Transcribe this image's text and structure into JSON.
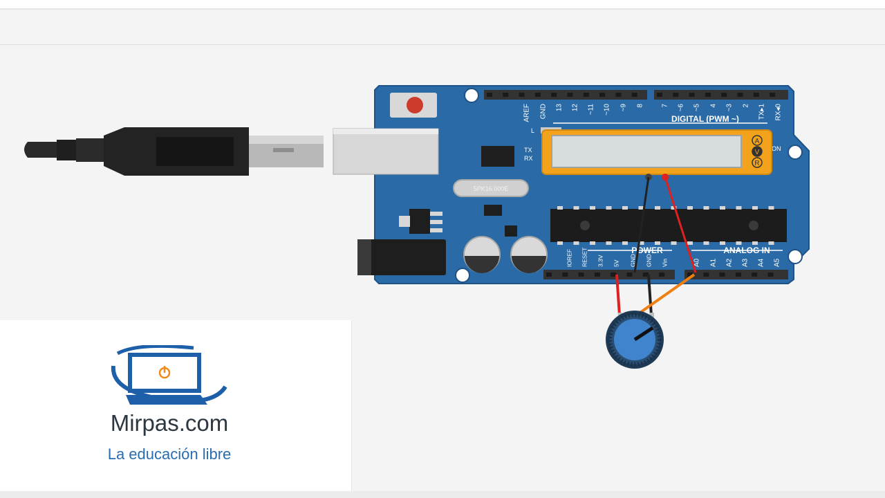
{
  "colors": {
    "board": "#2a6aa6",
    "board_dark": "#1f5286",
    "header_pin": "#333333",
    "multimeter": "#f2a31b",
    "wire_red": "#e02020",
    "wire_black": "#222222",
    "wire_orange": "#f07f12",
    "pot_knob": "#3f84cc",
    "logo_blue": "#1d5fa8",
    "logo_orange": "#f08a1a"
  },
  "board": {
    "digital_pins": [
      "AREF",
      "GND",
      "13",
      "12",
      "~11",
      "~10",
      "~9",
      "8",
      "7",
      "~6",
      "~5",
      "4",
      "~3",
      "2",
      "TX▸1",
      "RX◂0"
    ],
    "digital_label": "DIGITAL (PWM ~)",
    "led_labels": [
      "L",
      "TX",
      "RX"
    ],
    "crystal_label": "5PK16.000E",
    "on_label": "ON",
    "power_label": "POWER",
    "analog_label": "ANALOG IN",
    "power_pins": [
      "IOREF",
      "RESET",
      "3.3V",
      "5V",
      "GND",
      "GND",
      "Vin"
    ],
    "analog_pins": [
      "A0",
      "A1",
      "A2",
      "A3",
      "A4",
      "A5"
    ]
  },
  "multimeter": {
    "modes": [
      "A",
      "V",
      "R"
    ],
    "active_mode": "V"
  },
  "logo": {
    "title": "Mirpas.com",
    "subtitle": "La educación libre",
    "icon": "laptop-power-icon"
  }
}
